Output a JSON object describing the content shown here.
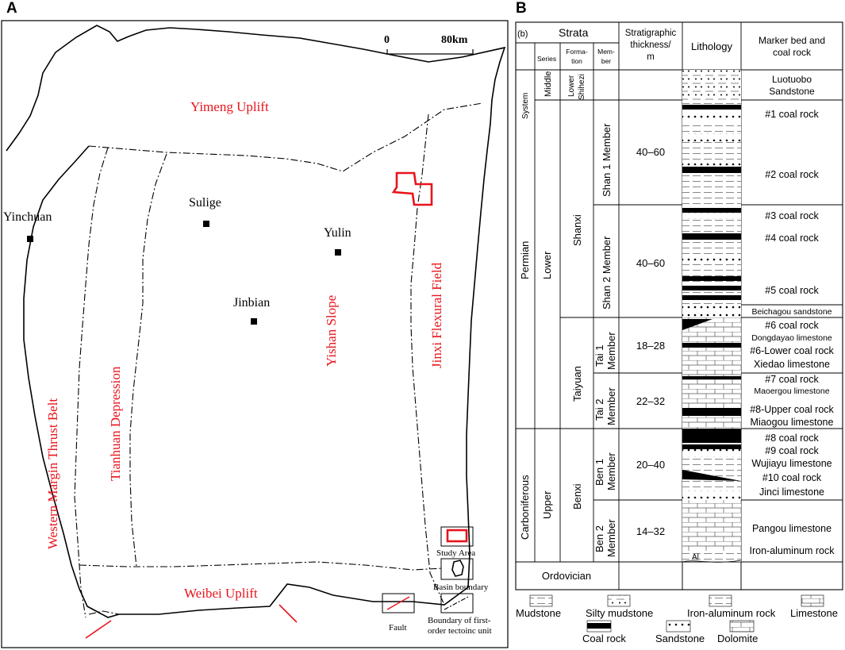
{
  "panel_a": {
    "letter": "A",
    "scale": {
      "zero": "0",
      "end": "80km"
    },
    "regions": {
      "yimeng": "Yimeng Uplift",
      "western": "Western Margin Thrust Belt",
      "tianhuan": "Tianhuan Depression",
      "yishan": "Yishan Slope",
      "jinxi": "Jinxi Flexural Field",
      "weibei": "Weibei Uplift"
    },
    "cities": {
      "yinchuan": "Yinchuan",
      "sulige": "Sulige",
      "yulin": "Yulin",
      "jinbian": "Jinbian"
    },
    "legend": {
      "study_area": "Study Area",
      "basin_boundary": "Basin boundary",
      "boundary_line1": "Boundary of first-",
      "boundary_line2": "order tectoinc unit",
      "fault": "Fault"
    },
    "colors": {
      "red": "#e8141c",
      "black": "#000000"
    }
  },
  "panel_b": {
    "letter": "B",
    "header": {
      "b": "(b)",
      "strata": "Strata",
      "stratigraphic_1": "Stratigraphic",
      "stratigraphic_2": "thickness/",
      "stratigraphic_3": "m",
      "lithology": "Lithology",
      "marker_1": "Marker bed and",
      "marker_2": "coal rock",
      "system": "System",
      "series": "Series",
      "formation_1": "Forma-",
      "formation_2": "tion",
      "member_1": "Mem-",
      "member_2": "ber"
    },
    "systems": {
      "permian": "Permian",
      "carboniferous": "Carboniferous",
      "ordovician": "Ordovician"
    },
    "series": {
      "middle": "Middle",
      "lower": "Lower",
      "upper": "Upper"
    },
    "formations": {
      "lower_shihezi_1": "Lower",
      "lower_shihezi_2": "Shihezi",
      "shanxi": "Shanxi",
      "taiyuan": "Taiyuan",
      "benxi": "Benxi"
    },
    "members": {
      "shan1": "Shan 1 Member",
      "shan2": "Shan 2 Member",
      "tai1_a": "Tai 1",
      "tai1_b": "Member",
      "tai2_a": "Tai 2",
      "tai2_b": "Member",
      "ben1_a": "Ben 1",
      "ben1_b": "Member",
      "ben2_a": "Ben 2",
      "ben2_b": "Member"
    },
    "thickness": {
      "shan1": "40–60",
      "shan2": "40–60",
      "tai1": "18–28",
      "tai2": "22–32",
      "ben1": "20–40",
      "ben2": "14–32"
    },
    "markers": {
      "luotuobo_1": "Luotuobo",
      "luotuobo_2": "Sandstone",
      "c1": "#1 coal rock",
      "c2": "#2 coal rock",
      "c3": "#3 coal rock",
      "c4": "#4 coal rock",
      "c5": "#5 coal rock",
      "beichagou": "Beichagou sandstone",
      "c6": "#6 coal rock",
      "dongdayao": "Dongdayao limestone",
      "c6lower": "#6-Lower coal rock",
      "xiedao": "Xiedao limestone",
      "c7": "#7 coal rock",
      "maoergou": "Maoergou limestone",
      "c8upper": "#8-Upper coal rock",
      "miaogou": "Miaogou limestone",
      "c8": "#8 coal rock",
      "c9": "#9 coal rock",
      "wujiayu": "Wujiayu limestone",
      "c10": "#10 coal rock",
      "jinci": "Jinci limestone",
      "pangou": "Pangou limestone",
      "ironal": "Iron-aluminum rock"
    },
    "al_symbol": "Al",
    "legend": {
      "mudstone": "Mudstone",
      "silty": "Silty mudstone",
      "ironal": "Iron-aluminum rock",
      "limestone": "Limestone",
      "coal": "Coal rock",
      "sandstone": "Sandstone",
      "dolomite": "Dolomite"
    }
  }
}
